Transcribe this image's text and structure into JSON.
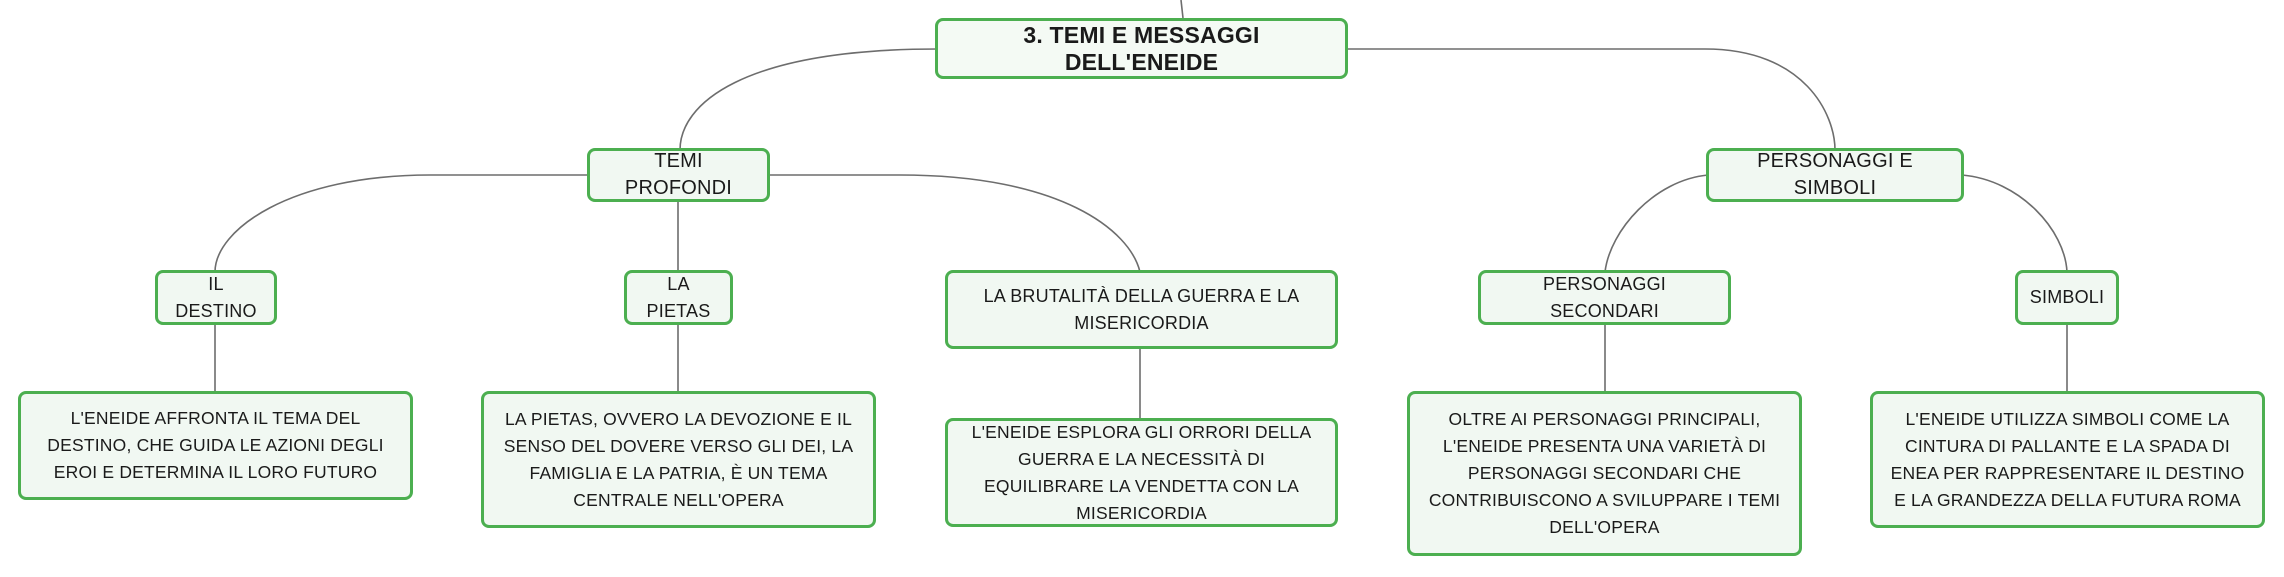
{
  "root": {
    "label": "3. TEMI E MESSAGGI DELL'ENEIDE"
  },
  "branches": [
    {
      "label": "TEMI PROFONDI",
      "children": [
        {
          "label": "IL DESTINO",
          "detail": "L'ENEIDE AFFRONTA IL TEMA DEL DESTINO, CHE GUIDA LE AZIONI DEGLI EROI E DETERMINA IL LORO FUTURO"
        },
        {
          "label": "LA PIETAS",
          "detail": "LA PIETAS, OVVERO LA DEVOZIONE E IL SENSO DEL DOVERE VERSO GLI DEI, LA FAMIGLIA E LA PATRIA, È UN TEMA CENTRALE NELL'OPERA"
        },
        {
          "label": "LA BRUTALITÀ DELLA GUERRA E LA MISERICORDIA",
          "detail": "L'ENEIDE ESPLORA GLI ORRORI DELLA GUERRA E LA NECESSITÀ DI EQUILIBRARE LA VENDETTA CON LA MISERICORDIA"
        }
      ]
    },
    {
      "label": "PERSONAGGI E SIMBOLI",
      "children": [
        {
          "label": "PERSONAGGI SECONDARI",
          "detail": "OLTRE AI PERSONAGGI PRINCIPALI, L'ENEIDE PRESENTA UNA VARIETÀ DI PERSONAGGI SECONDARI CHE CONTRIBUISCONO A SVILUPPARE I TEMI DELL'OPERA"
        },
        {
          "label": "SIMBOLI",
          "detail": "L'ENEIDE UTILIZZA SIMBOLI COME LA CINTURA DI PALLANTE E LA SPADA DI ENEA PER RAPPRESENTARE IL DESTINO E LA GRANDEZZA DELLA FUTURA ROMA"
        }
      ]
    }
  ],
  "colors": {
    "node_border": "#4caf50",
    "node_fill": "#f1f8f2",
    "connector": "#6d6d6d"
  }
}
